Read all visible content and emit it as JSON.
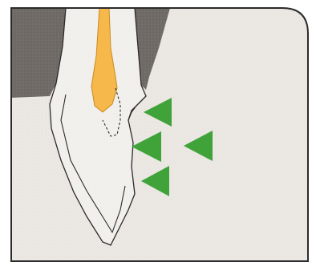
{
  "figure": {
    "subject": "tooth-root-with-pulp-and-fracture",
    "text_labels": []
  },
  "colors": {
    "panel_background": "#ece8e3",
    "panel_border": "#2b2b2b",
    "bone": "#6f6a66",
    "bone_speckle": "#8a8582",
    "tooth_body": "#f2f0ec",
    "tooth_shade": "#dcd8d2",
    "pulp": "#f6b84a",
    "pulp_dark": "#d9932a",
    "tooth_outline": "#2b2b2b",
    "arrow": "#3fa33a",
    "arrow_dark": "#2f8a2b"
  },
  "arrows": {
    "count": 4,
    "direction": "pointing-left",
    "semantic": "force-direction"
  }
}
